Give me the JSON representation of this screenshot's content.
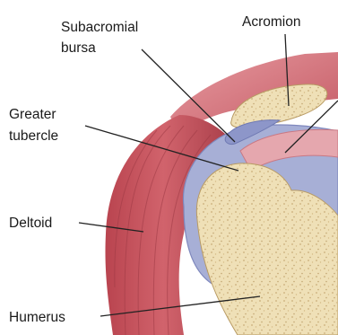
{
  "labels": {
    "subacromial_bursa_line1": "Subacromial",
    "subacromial_bursa_line2": "bursa",
    "acromion": "Acromion",
    "greater_tubercle_line1": "Greater",
    "greater_tubercle_line2": "tubercle",
    "deltoid": "Deltoid",
    "humerus": "Humerus"
  },
  "colors": {
    "background": "#ffffff",
    "muscle": "#c8545f",
    "muscle_dark": "#9e3a45",
    "muscle_light": "#e58e94",
    "bursa": "#a7afd6",
    "bursa_dark": "#7f88bd",
    "bone": "#efe0b7",
    "bone_speckle": "#c9ae79",
    "leader_line": "#222222"
  }
}
